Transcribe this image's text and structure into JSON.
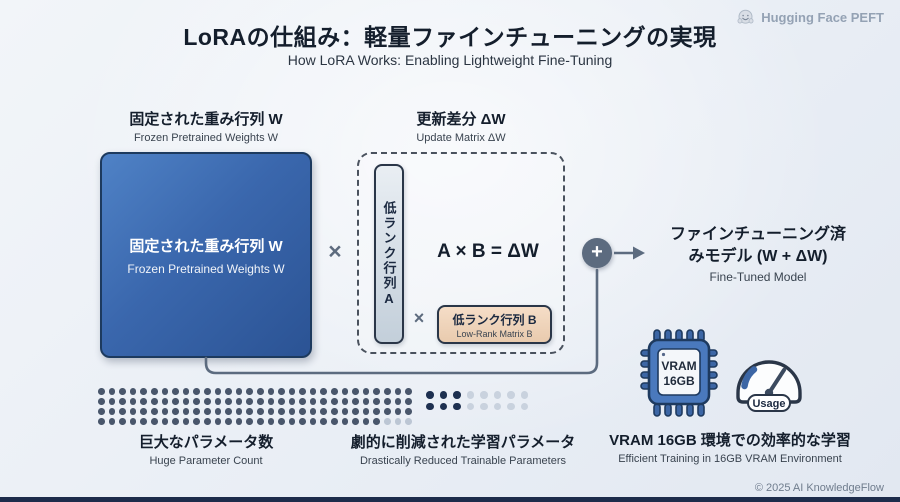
{
  "header": {
    "title_jp": "LoRAの仕組み：軽量ファインチューニングの実現",
    "title_en": "How LoRA Works: Enabling Lightweight Fine-Tuning",
    "badge_label": "Hugging Face PEFT"
  },
  "columns": {
    "frozen": {
      "heading_jp": "固定された重み行列 W",
      "heading_en": "Frozen Pretrained Weights W"
    },
    "update": {
      "heading_jp": "更新差分 ΔW",
      "heading_en": "Update Matrix ΔW"
    }
  },
  "diagram": {
    "frozen_box": {
      "label_jp": "固定された重み行列 W",
      "label_en": "Frozen Pretrained Weights W",
      "color": "#3a67ad"
    },
    "multiply_outer": "×",
    "matrix_a_label": "低ランク行列A",
    "equation": "A × B = ΔW",
    "multiply_inner": "×",
    "matrix_b": {
      "label_jp": "低ランク行列 B",
      "label_en": "Low-Rank Matrix B",
      "color": "#eed3b8"
    },
    "plus": "+",
    "result": {
      "jp_line1": "ファインチューニング済",
      "jp_line2": "みモデル (W + ΔW)",
      "en": "Fine-Tuned Model"
    }
  },
  "bottom": {
    "huge": {
      "caption_jp": "巨大なパラメータ数",
      "caption_en": "Huge Parameter Count",
      "dots": {
        "dark": "#49566b",
        "light": "#bcc6d4",
        "rows": [
          "dddddddddddddddddddddddddddddd",
          "dddddddddddddddddddddddddddddd",
          "dddddddddddddddddddddddddddddd",
          "dddddddddddddddddddddddddddlll"
        ]
      }
    },
    "reduced": {
      "caption_jp": "劇的に削減された学習パラメータ",
      "caption_en": "Drastically Reduced Trainable Parameters",
      "dots": {
        "dark": "#1d3050",
        "light": "#c9d2de",
        "rows": [
          "dddlllll",
          "dddlllll"
        ]
      }
    },
    "vram": {
      "chip_line1": "VRAM",
      "chip_line2": "16GB",
      "gauge_label": "Usage",
      "caption_jp": "VRAM 16GB 環境での効率的な学習",
      "caption_en": "Efficient Training in 16GB VRAM Environment"
    }
  },
  "footer": {
    "copyright": "© 2025 AI KnowledgeFlow"
  }
}
